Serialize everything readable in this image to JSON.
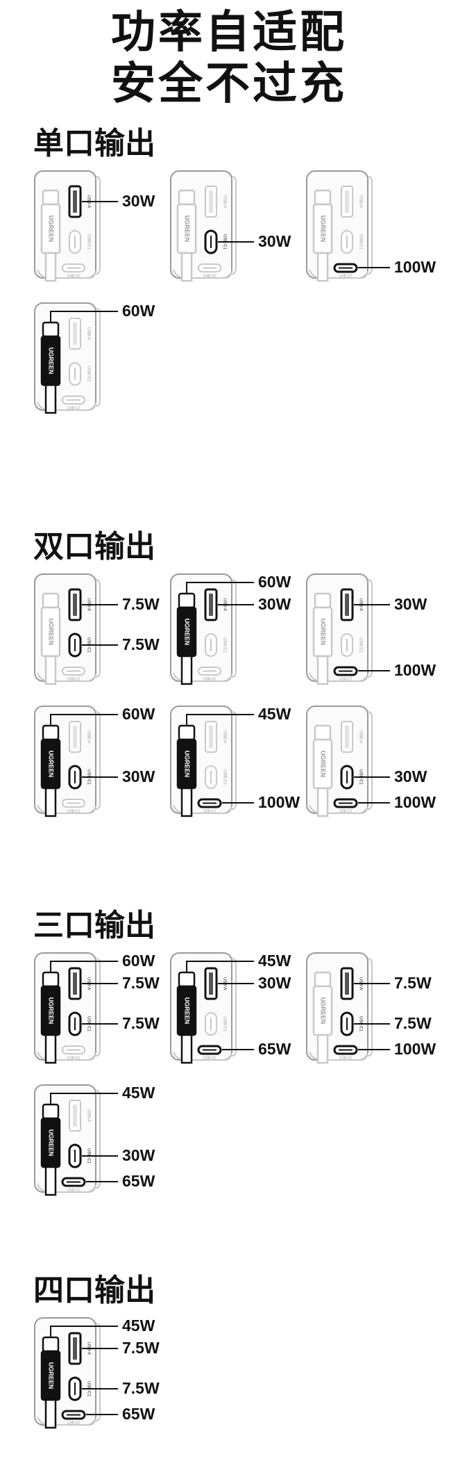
{
  "headline": {
    "line1": "功率自适配",
    "line2": "安全不过充"
  },
  "port_texts": {
    "usb_a": "USB-A",
    "usb_c1": "USB-C1",
    "usb_c2": "USB-C2",
    "brand": "UGREEN"
  },
  "sections": [
    {
      "title": "单口输出",
      "configs": [
        {
          "a": "30W",
          "c1": "",
          "c2": "",
          "cable": ""
        },
        {
          "a": "",
          "c1": "30W",
          "c2": "",
          "cable": ""
        },
        {
          "a": "",
          "c1": "",
          "c2": "100W",
          "cable": ""
        },
        {
          "a": "",
          "c1": "",
          "c2": "",
          "cable": "60W"
        }
      ]
    },
    {
      "title": "双口输出",
      "configs": [
        {
          "a": "7.5W",
          "c1": "7.5W",
          "c2": "",
          "cable": ""
        },
        {
          "a": "30W",
          "c1": "",
          "c2": "",
          "cable": "60W"
        },
        {
          "a": "30W",
          "c1": "",
          "c2": "100W",
          "cable": ""
        },
        {
          "a": "",
          "c1": "30W",
          "c2": "",
          "cable": "60W"
        },
        {
          "a": "",
          "c1": "",
          "c2": "100W",
          "cable": "45W"
        },
        {
          "a": "",
          "c1": "30W",
          "c2": "100W",
          "cable": ""
        }
      ]
    },
    {
      "title": "三口输出",
      "configs": [
        {
          "a": "7.5W",
          "c1": "7.5W",
          "c2": "",
          "cable": "60W"
        },
        {
          "a": "30W",
          "c1": "",
          "c2": "65W",
          "cable": "45W"
        },
        {
          "a": "7.5W",
          "c1": "7.5W",
          "c2": "100W",
          "cable": ""
        },
        {
          "a": "",
          "c1": "30W",
          "c2": "65W",
          "cable": "45W"
        }
      ]
    },
    {
      "title": "四口输出",
      "configs": [
        {
          "a": "7.5W",
          "c1": "7.5W",
          "c2": "65W",
          "cable": "45W"
        }
      ]
    }
  ]
}
